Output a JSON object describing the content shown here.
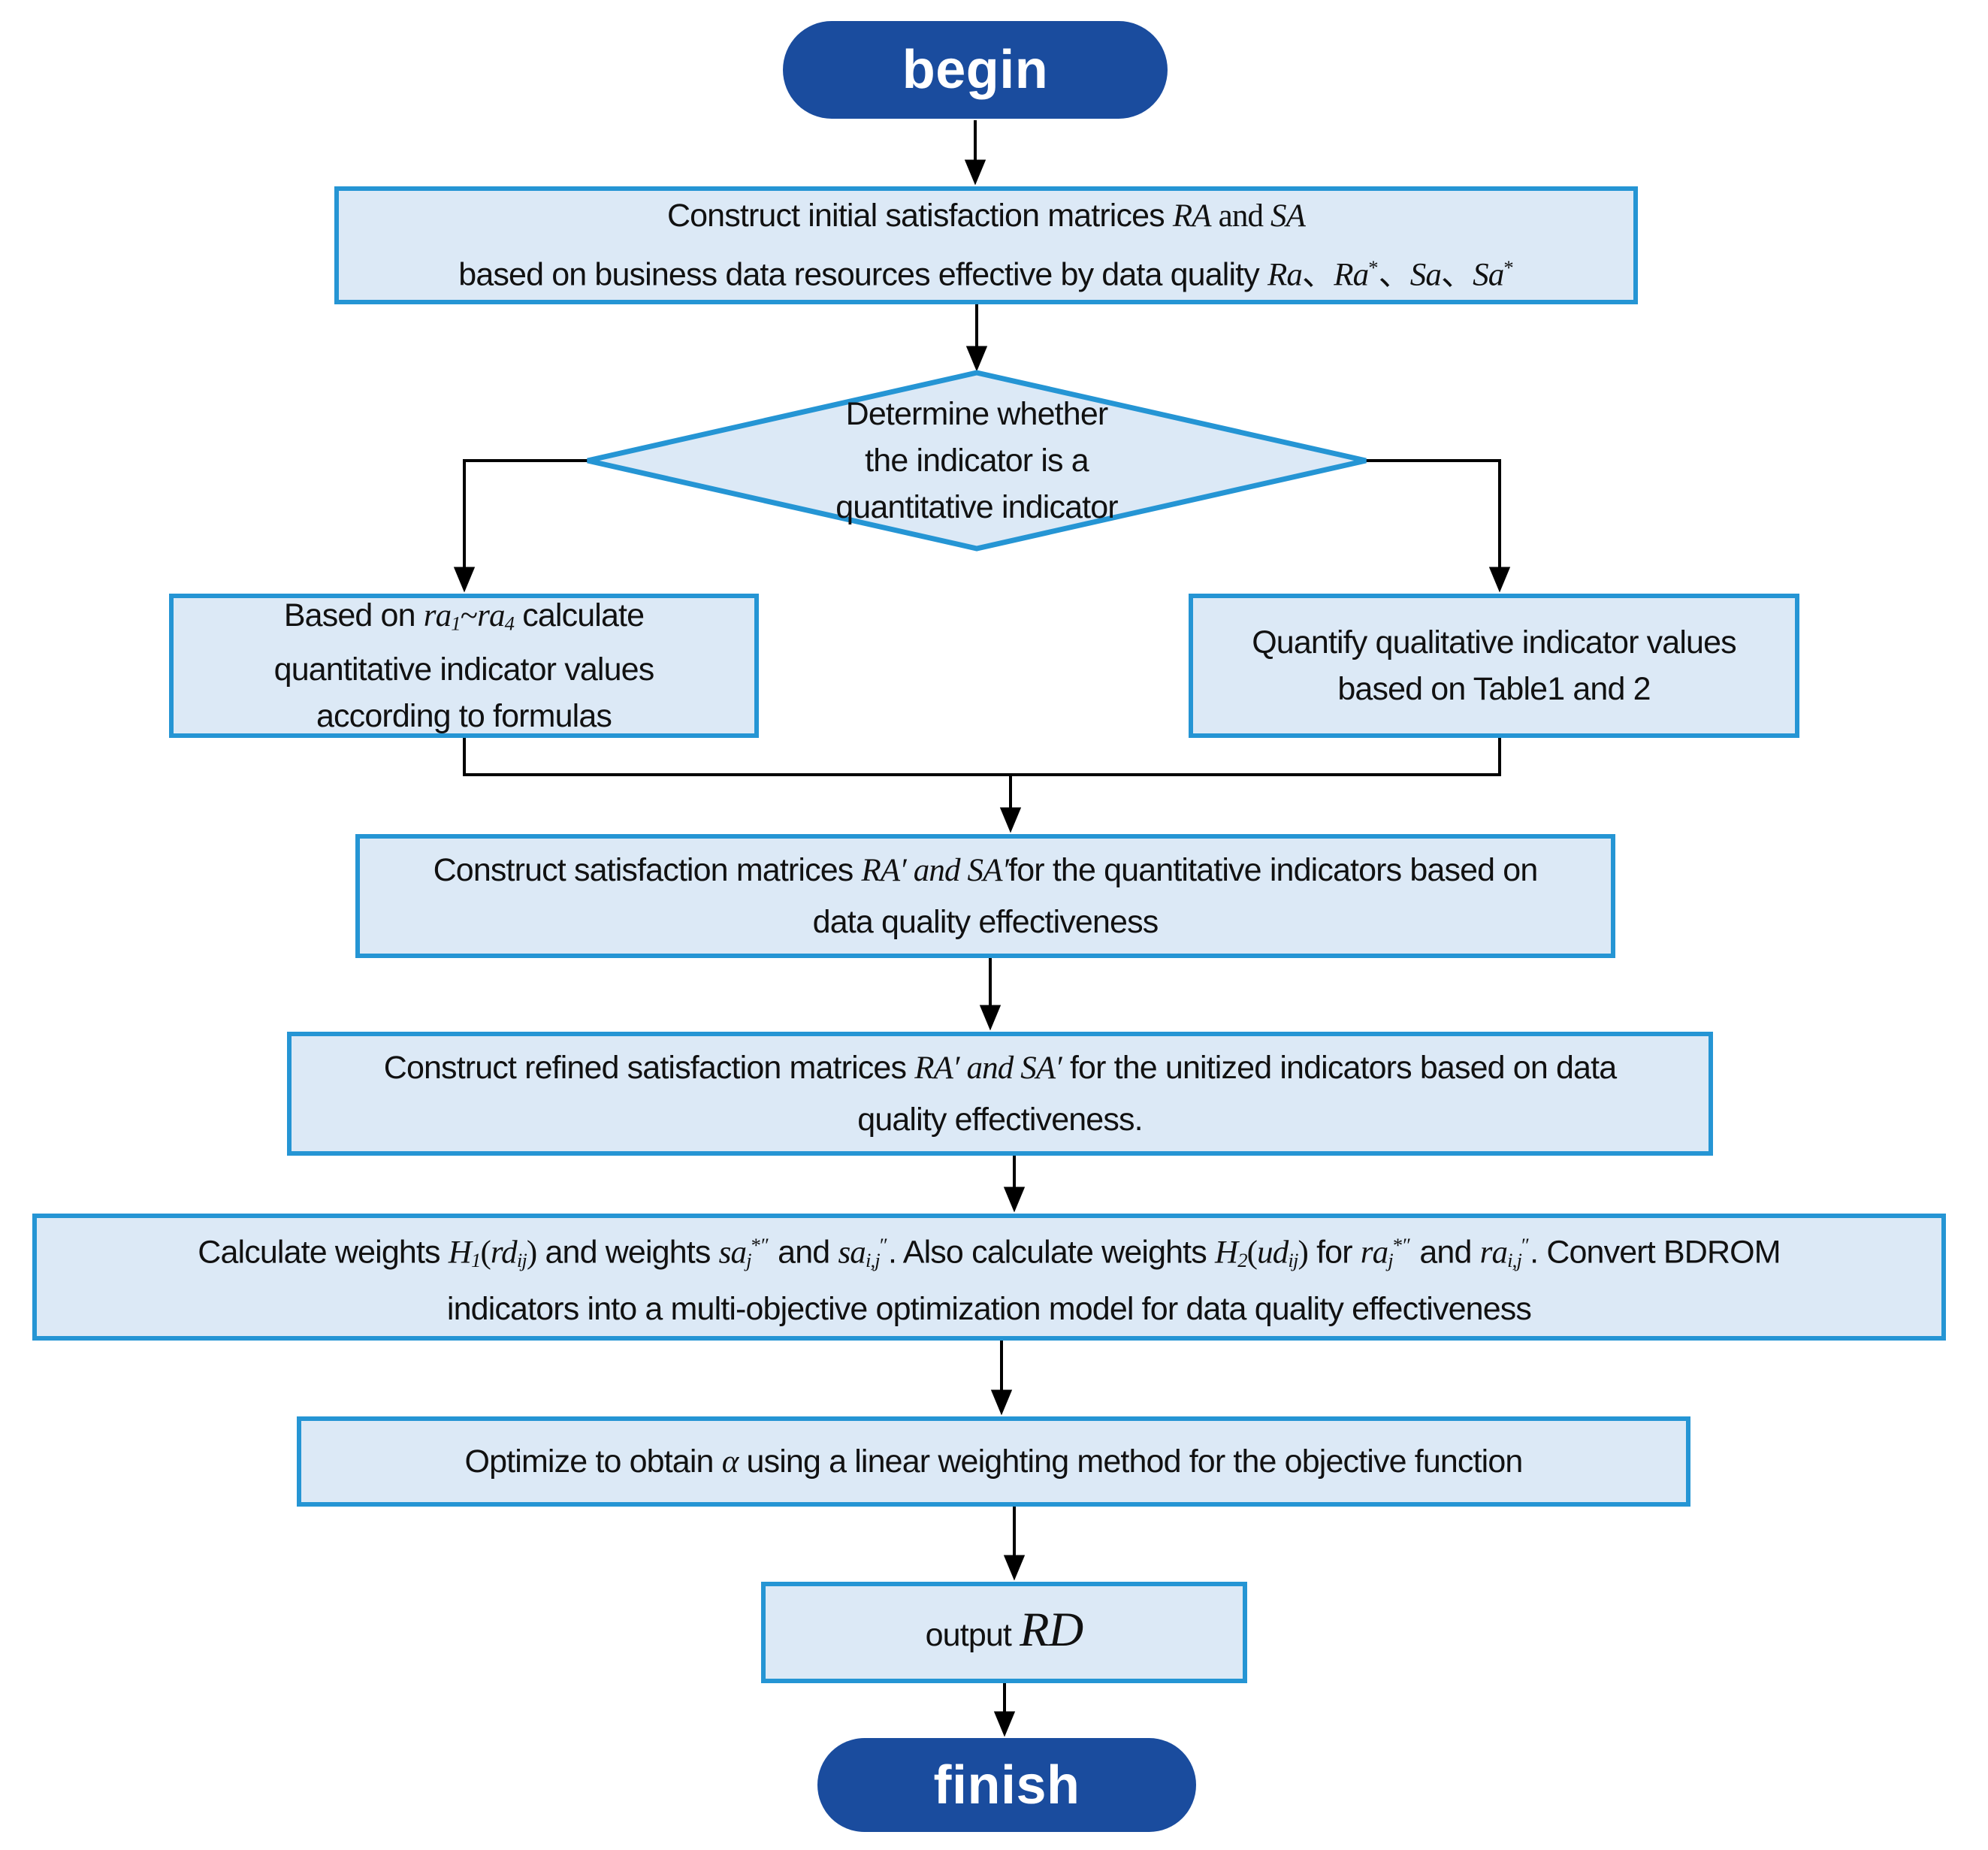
{
  "colors": {
    "node_fill": "#dce9f6",
    "node_border": "#2595d4",
    "terminal_fill": "#1a4c9e",
    "terminal_text": "#ffffff",
    "connector": "#000000",
    "text": "#111111"
  },
  "nodes": {
    "begin": {
      "label": "begin"
    },
    "construct_initial": {
      "lines": [
        [
          {
            "t": "Construct initial satisfaction matrices "
          },
          {
            "t": "RA",
            "s": "math"
          },
          {
            "t": " and ",
            "s": "rm"
          },
          {
            "t": "SA",
            "s": "math"
          }
        ],
        [
          {
            "t": "based on business data resources effective by data quality "
          },
          {
            "t": "Ra",
            "s": "math"
          },
          {
            "t": "、",
            "s": "rm"
          },
          {
            "t": "Ra",
            "s": "math"
          },
          {
            "t": "*",
            "s": "sup"
          },
          {
            "t": "、",
            "s": "rm"
          },
          {
            "t": "Sa",
            "s": "math"
          },
          {
            "t": "、",
            "s": "rm"
          },
          {
            "t": "Sa",
            "s": "math"
          },
          {
            "t": "*",
            "s": "sup"
          }
        ]
      ]
    },
    "decision": {
      "lines": [
        [
          {
            "t": "Determine whether"
          }
        ],
        [
          {
            "t": "the indicator is a"
          }
        ],
        [
          {
            "t": "quantitative indicator"
          }
        ]
      ]
    },
    "quantitative_branch": {
      "lines": [
        [
          {
            "t": "Based on "
          },
          {
            "t": "ra",
            "s": "math"
          },
          {
            "t": "1",
            "s": "sub"
          },
          {
            "t": "~",
            "s": "rm"
          },
          {
            "t": "ra",
            "s": "math"
          },
          {
            "t": "4",
            "s": "sub"
          },
          {
            "t": " calculate"
          }
        ],
        [
          {
            "t": "quantitative indicator values"
          }
        ],
        [
          {
            "t": "according to formulas"
          }
        ]
      ]
    },
    "qualitative_branch": {
      "lines": [
        [
          {
            "t": "Quantify qualitative indicator values"
          }
        ],
        [
          {
            "t": "based on Table1 and 2"
          }
        ]
      ]
    },
    "construct_satisfaction": {
      "lines": [
        [
          {
            "t": "Construct satisfaction matrices "
          },
          {
            "t": "RA′ and SA′",
            "s": "math"
          },
          {
            "t": "for the quantitative indicators based on"
          }
        ],
        [
          {
            "t": "data quality effectiveness"
          }
        ]
      ]
    },
    "construct_refined": {
      "lines": [
        [
          {
            "t": "Construct refined satisfaction matrices "
          },
          {
            "t": "RA′ and SA′",
            "s": "math"
          },
          {
            "t": " for the unitized indicators based on data"
          }
        ],
        [
          {
            "t": "quality effectiveness."
          }
        ]
      ]
    },
    "calculate_weights": {
      "lines": [
        [
          {
            "t": "Calculate weights "
          },
          {
            "t": "H",
            "s": "math"
          },
          {
            "t": "1",
            "s": "sub"
          },
          {
            "t": "(",
            "s": "rm"
          },
          {
            "t": "rd",
            "s": "math"
          },
          {
            "t": "ij",
            "s": "sub"
          },
          {
            "t": ")",
            "s": "rm"
          },
          {
            "t": " and weights "
          },
          {
            "t": "sa",
            "s": "math"
          },
          {
            "t": "j",
            "s": "sub"
          },
          {
            "t": "*″",
            "s": "sup"
          },
          {
            "t": " and "
          },
          {
            "t": "sa",
            "s": "math"
          },
          {
            "t": "i,j",
            "s": "sub"
          },
          {
            "t": "″",
            "s": "sup"
          },
          {
            "t": ". Also calculate weights "
          },
          {
            "t": "H",
            "s": "math"
          },
          {
            "t": "2",
            "s": "sub"
          },
          {
            "t": "(",
            "s": "rm"
          },
          {
            "t": "ud",
            "s": "math"
          },
          {
            "t": "ij",
            "s": "sub"
          },
          {
            "t": ")",
            "s": "rm"
          },
          {
            "t": " for "
          },
          {
            "t": "ra",
            "s": "math"
          },
          {
            "t": "j",
            "s": "sub"
          },
          {
            "t": "*″",
            "s": "sup"
          },
          {
            "t": " and "
          },
          {
            "t": "ra",
            "s": "math"
          },
          {
            "t": "i,j",
            "s": "sub"
          },
          {
            "t": "″",
            "s": "sup"
          },
          {
            "t": ". Convert BDROM"
          }
        ],
        [
          {
            "t": "indicators into a multi-objective optimization model for data quality effectiveness"
          }
        ]
      ]
    },
    "optimize": {
      "lines": [
        [
          {
            "t": "Optimize to obtain "
          },
          {
            "t": "α",
            "s": "math"
          },
          {
            "t": " using a linear weighting method for the objective function"
          }
        ]
      ]
    },
    "output_rd": {
      "lines": [
        [
          {
            "t": "output "
          },
          {
            "t": "RD",
            "s": "mathlg"
          }
        ]
      ]
    },
    "finish": {
      "label": "finish"
    }
  }
}
